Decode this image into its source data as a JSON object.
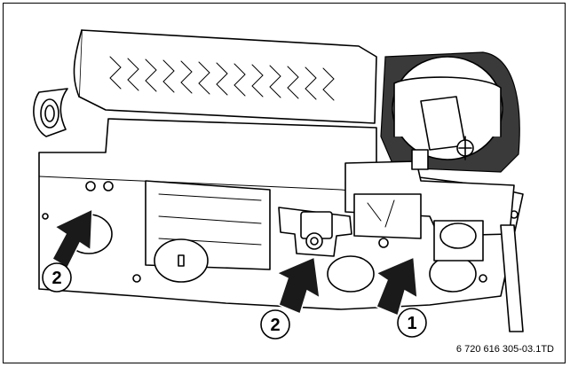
{
  "figure": {
    "reference_code": "6 720 616 305-03.1TD",
    "callouts": [
      {
        "id": "callout-2-left",
        "label": "2"
      },
      {
        "id": "callout-2-center",
        "label": "2"
      },
      {
        "id": "callout-1-right",
        "label": "1"
      }
    ],
    "colors": {
      "line": "#000000",
      "dark_fill": "#3a3a3a",
      "arrow_fill": "#1a1a1a"
    }
  }
}
